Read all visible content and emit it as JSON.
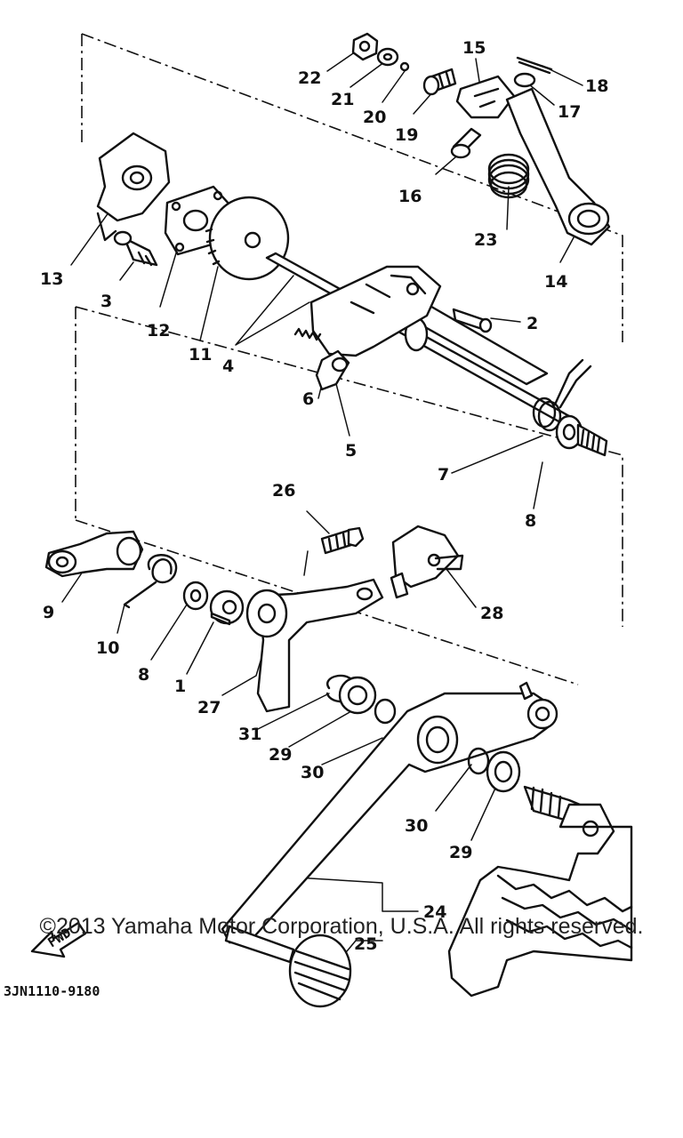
{
  "diagram": {
    "callouts": [
      "22",
      "21",
      "20",
      "19",
      "15",
      "18",
      "17",
      "16",
      "23",
      "14",
      "13",
      "3",
      "12",
      "11",
      "4",
      "2",
      "6",
      "5",
      "7",
      "8",
      "26",
      "9",
      "10",
      "8",
      "1",
      "28",
      "27",
      "31",
      "29",
      "30",
      "30",
      "29",
      "24",
      "25"
    ],
    "fwd_label": "FWD",
    "drawing_code": "3JN1110-9180"
  },
  "footer": {
    "copyright": "©2013 Yamaha Motor Corporation, U.S.A. All rights reserved."
  }
}
